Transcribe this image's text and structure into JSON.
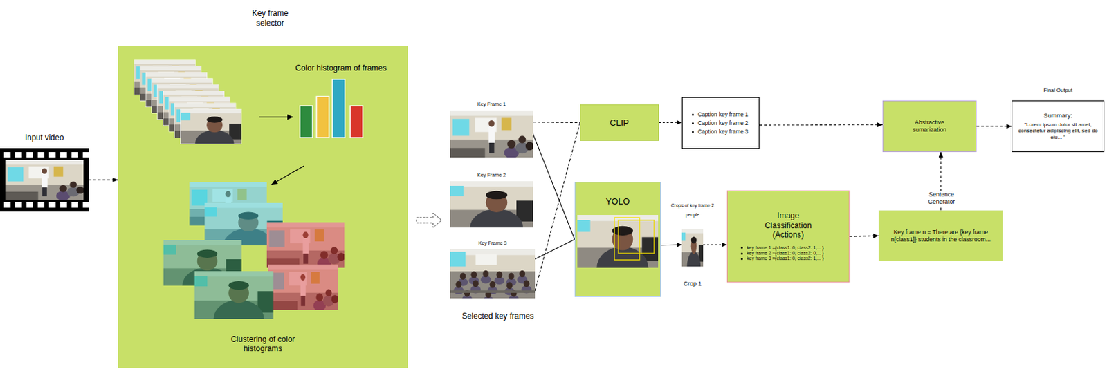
{
  "diagram": {
    "nodes": [
      {
        "text": [
          "Input video"
        ]
      },
      {
        "text": [
          "Key frame selector",
          "Color histogram of frames",
          "Clustering of color histograms"
        ]
      },
      {
        "text": [
          "Key Frame 1"
        ]
      },
      {
        "text": [
          "Key Frame 2"
        ]
      },
      {
        "text": [
          "Key Frame 3"
        ]
      },
      {
        "text": [
          "CLIP"
        ]
      },
      {
        "text": [
          "YOLO"
        ]
      },
      {
        "text": [
          "Caption key frame 1",
          "Caption key frame 2",
          "Caption key frame 3"
        ]
      },
      {
        "text": [
          "Crops of key frame 2 people",
          "Crop 1"
        ]
      },
      {
        "text": [
          "Image Classification (Actions)",
          "key frame 1 ={class1: 0, class2: 1,... }",
          "key frame 2 ={class1: 0, class2: 0,... }",
          "key frame 3 ={class1: 0, class2: 1,... }"
        ]
      },
      {
        "text": [
          "Abstractive sumarization"
        ]
      },
      {
        "text": [
          "Sentence Generator",
          "Key frame n = There are {key frame n[class1]} students in the classroom..."
        ]
      },
      {
        "text": [
          "Final Output",
          "Summary:",
          "\"Lorem ipsum dolor sit amet, consectetur adipiscing elit, sed do eiu... \""
        ]
      }
    ],
    "edges": [
      {
        "from": 0,
        "to": 1,
        "arrow": "to"
      },
      {
        "from": 2,
        "to": 5,
        "arrow": "none"
      },
      {
        "from": 4,
        "to": 5,
        "arrow": "none"
      },
      {
        "from": 2,
        "to": 6,
        "arrow": "none"
      },
      {
        "from": 4,
        "to": 6,
        "arrow": "none"
      },
      {
        "from": 5,
        "to": 7,
        "arrow": "to"
      },
      {
        "from": 7,
        "to": 10,
        "arrow": "to"
      },
      {
        "from": 10,
        "to": 12,
        "arrow": "to"
      },
      {
        "from": 6,
        "to": 8,
        "arrow": "to"
      },
      {
        "from": 8,
        "to": 9,
        "arrow": "to"
      },
      {
        "from": 9,
        "to": 11,
        "arrow": "to"
      },
      {
        "from": 11,
        "to": 10,
        "arrow": "to"
      }
    ],
    "labels": [
      "Selected key frames"
    ]
  }
}
